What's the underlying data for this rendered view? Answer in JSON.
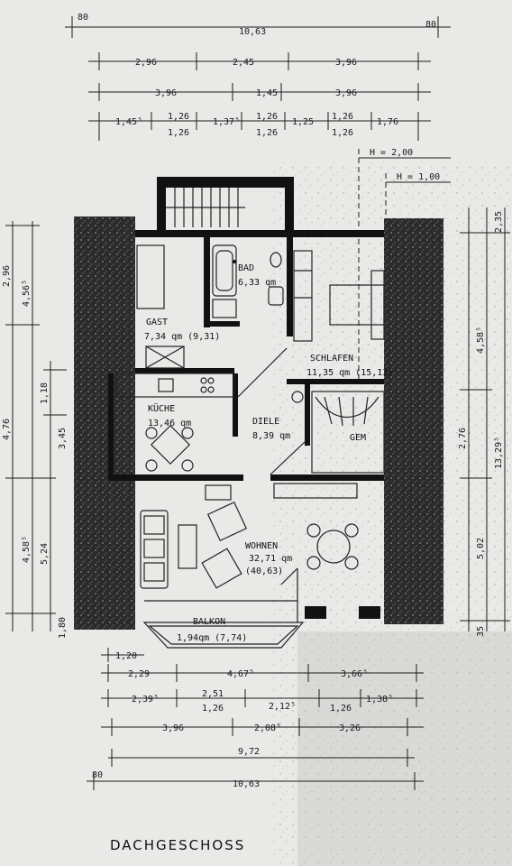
{
  "plan": {
    "title": "DACHGESCHOSS",
    "height_marks": [
      "H = 2,00",
      "H = 1,00"
    ],
    "rooms": [
      {
        "name": "BAD",
        "area": "6,33 qm"
      },
      {
        "name": "GAST",
        "area": "7,34 qm (9,31)"
      },
      {
        "name": "SCHLAFEN",
        "area": "11,35 qm (15,13)"
      },
      {
        "name": "KÜCHE",
        "area": "13,46 qm"
      },
      {
        "name": "DIELE",
        "area": "8,39 qm"
      },
      {
        "name": "GEM",
        "area": ""
      },
      {
        "name": "WOHNEN",
        "area": "32,71 qm",
        "area2": "(40,63)"
      },
      {
        "name": "BALKON",
        "area": "1,94qm (7,74)"
      }
    ],
    "top_dims": {
      "overall": "10,63",
      "ends": [
        "80",
        "80"
      ],
      "row1": [
        "2,96",
        "2,45",
        "3,96"
      ],
      "row2": [
        "3,96",
        "1,45",
        "3,96"
      ],
      "row3": [
        "1,45⁵",
        "1,26",
        "1,37⁵",
        "1,26",
        "1,25",
        "1,26",
        "1,76"
      ],
      "row3_below": [
        "1,26",
        "1,26",
        "1,26"
      ]
    },
    "bottom_dims": {
      "row1": [
        "2,29",
        "4,67⁵",
        "3,66⁵"
      ],
      "row2": [
        "2,39⁵",
        "2,51",
        "1,26",
        "2,12⁵",
        "1,26",
        "1,38⁵"
      ],
      "row3": [
        "3,96",
        "2,08⁵",
        "3,26"
      ],
      "row4": [
        "9,72"
      ],
      "overall": "10,63",
      "ends": [
        "1,20",
        "80"
      ]
    },
    "left_dims": [
      "2,96",
      "4,56⁵",
      "1,18",
      "3,45",
      "4,76",
      "4,58⁵",
      "5,24",
      "1,80"
    ],
    "right_dims": [
      "2,35",
      "4,58⁵",
      "2,76",
      "13,29⁵",
      "5,02",
      "35"
    ]
  }
}
